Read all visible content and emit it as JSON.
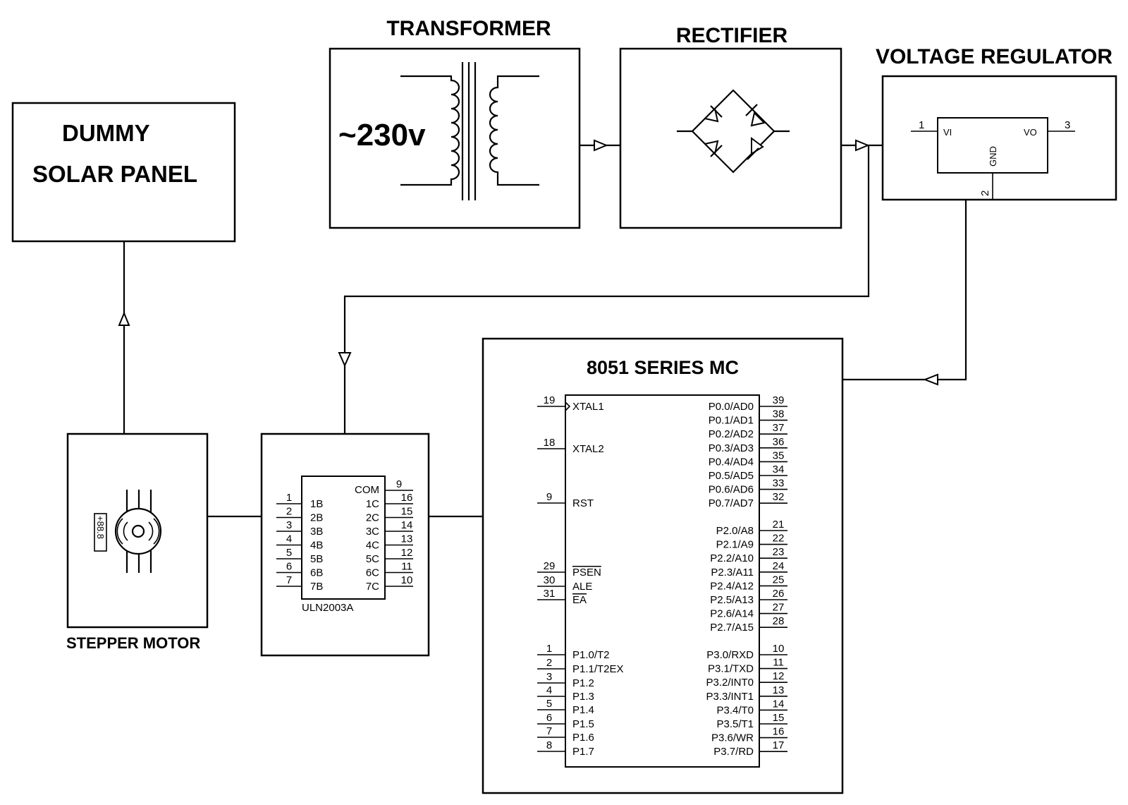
{
  "labels": {
    "transformer_title": "TRANSFORMER",
    "transformer_voltage": "~230v",
    "rectifier_title": "RECTIFIER",
    "regulator_title": "VOLTAGE REGULATOR",
    "regulator_vi": "VI",
    "regulator_vo": "VO",
    "regulator_gnd": "GND",
    "regulator_pin1": "1",
    "regulator_pin2": "2",
    "regulator_pin3": "3",
    "solar_line1": "DUMMY",
    "solar_line2": "SOLAR PANEL",
    "stepper_caption": "STEPPER MOTOR",
    "stepper_display": "+88.8",
    "uln_name": "ULN2003A",
    "uln_com": "COM",
    "uln_com_pin": "9",
    "mc_title": "8051 SERIES MC"
  },
  "uln_left": [
    {
      "num": "1",
      "name": "1B"
    },
    {
      "num": "2",
      "name": "2B"
    },
    {
      "num": "3",
      "name": "3B"
    },
    {
      "num": "4",
      "name": "4B"
    },
    {
      "num": "5",
      "name": "5B"
    },
    {
      "num": "6",
      "name": "6B"
    },
    {
      "num": "7",
      "name": "7B"
    }
  ],
  "uln_right": [
    {
      "num": "16",
      "name": "1C"
    },
    {
      "num": "15",
      "name": "2C"
    },
    {
      "num": "14",
      "name": "3C"
    },
    {
      "num": "13",
      "name": "4C"
    },
    {
      "num": "12",
      "name": "5C"
    },
    {
      "num": "11",
      "name": "6C"
    },
    {
      "num": "10",
      "name": "7C"
    }
  ],
  "mc_left_pins": [
    {
      "num": "19",
      "name": "XTAL1"
    },
    {
      "num": "18",
      "name": "XTAL2"
    },
    {
      "num": "9",
      "name": "RST"
    },
    {
      "num": "29",
      "name": "PSEN"
    },
    {
      "num": "30",
      "name": "ALE"
    },
    {
      "num": "31",
      "name": "EA"
    },
    {
      "num": "1",
      "name": "P1.0/T2"
    },
    {
      "num": "2",
      "name": "P1.1/T2EX"
    },
    {
      "num": "3",
      "name": "P1.2"
    },
    {
      "num": "4",
      "name": "P1.3"
    },
    {
      "num": "5",
      "name": "P1.4"
    },
    {
      "num": "6",
      "name": "P1.5"
    },
    {
      "num": "7",
      "name": "P1.6"
    },
    {
      "num": "8",
      "name": "P1.7"
    }
  ],
  "mc_right_pins": [
    {
      "num": "39",
      "name": "P0.0/AD0"
    },
    {
      "num": "38",
      "name": "P0.1/AD1"
    },
    {
      "num": "37",
      "name": "P0.2/AD2"
    },
    {
      "num": "36",
      "name": "P0.3/AD3"
    },
    {
      "num": "35",
      "name": "P0.4/AD4"
    },
    {
      "num": "34",
      "name": "P0.5/AD5"
    },
    {
      "num": "33",
      "name": "P0.6/AD6"
    },
    {
      "num": "32",
      "name": "P0.7/AD7"
    },
    {
      "num": "21",
      "name": "P2.0/A8"
    },
    {
      "num": "22",
      "name": "P2.1/A9"
    },
    {
      "num": "23",
      "name": "P2.2/A10"
    },
    {
      "num": "24",
      "name": "P2.3/A11"
    },
    {
      "num": "25",
      "name": "P2.4/A12"
    },
    {
      "num": "26",
      "name": "P2.5/A13"
    },
    {
      "num": "27",
      "name": "P2.6/A14"
    },
    {
      "num": "28",
      "name": "P2.7/A15"
    },
    {
      "num": "10",
      "name": "P3.0/RXD"
    },
    {
      "num": "11",
      "name": "P3.1/TXD"
    },
    {
      "num": "12",
      "name": "P3.2/INT0"
    },
    {
      "num": "13",
      "name": "P3.3/INT1"
    },
    {
      "num": "14",
      "name": "P3.4/T0"
    },
    {
      "num": "15",
      "name": "P3.5/T1"
    },
    {
      "num": "16",
      "name": "P3.6/WR"
    },
    {
      "num": "17",
      "name": "P3.7/RD"
    }
  ]
}
